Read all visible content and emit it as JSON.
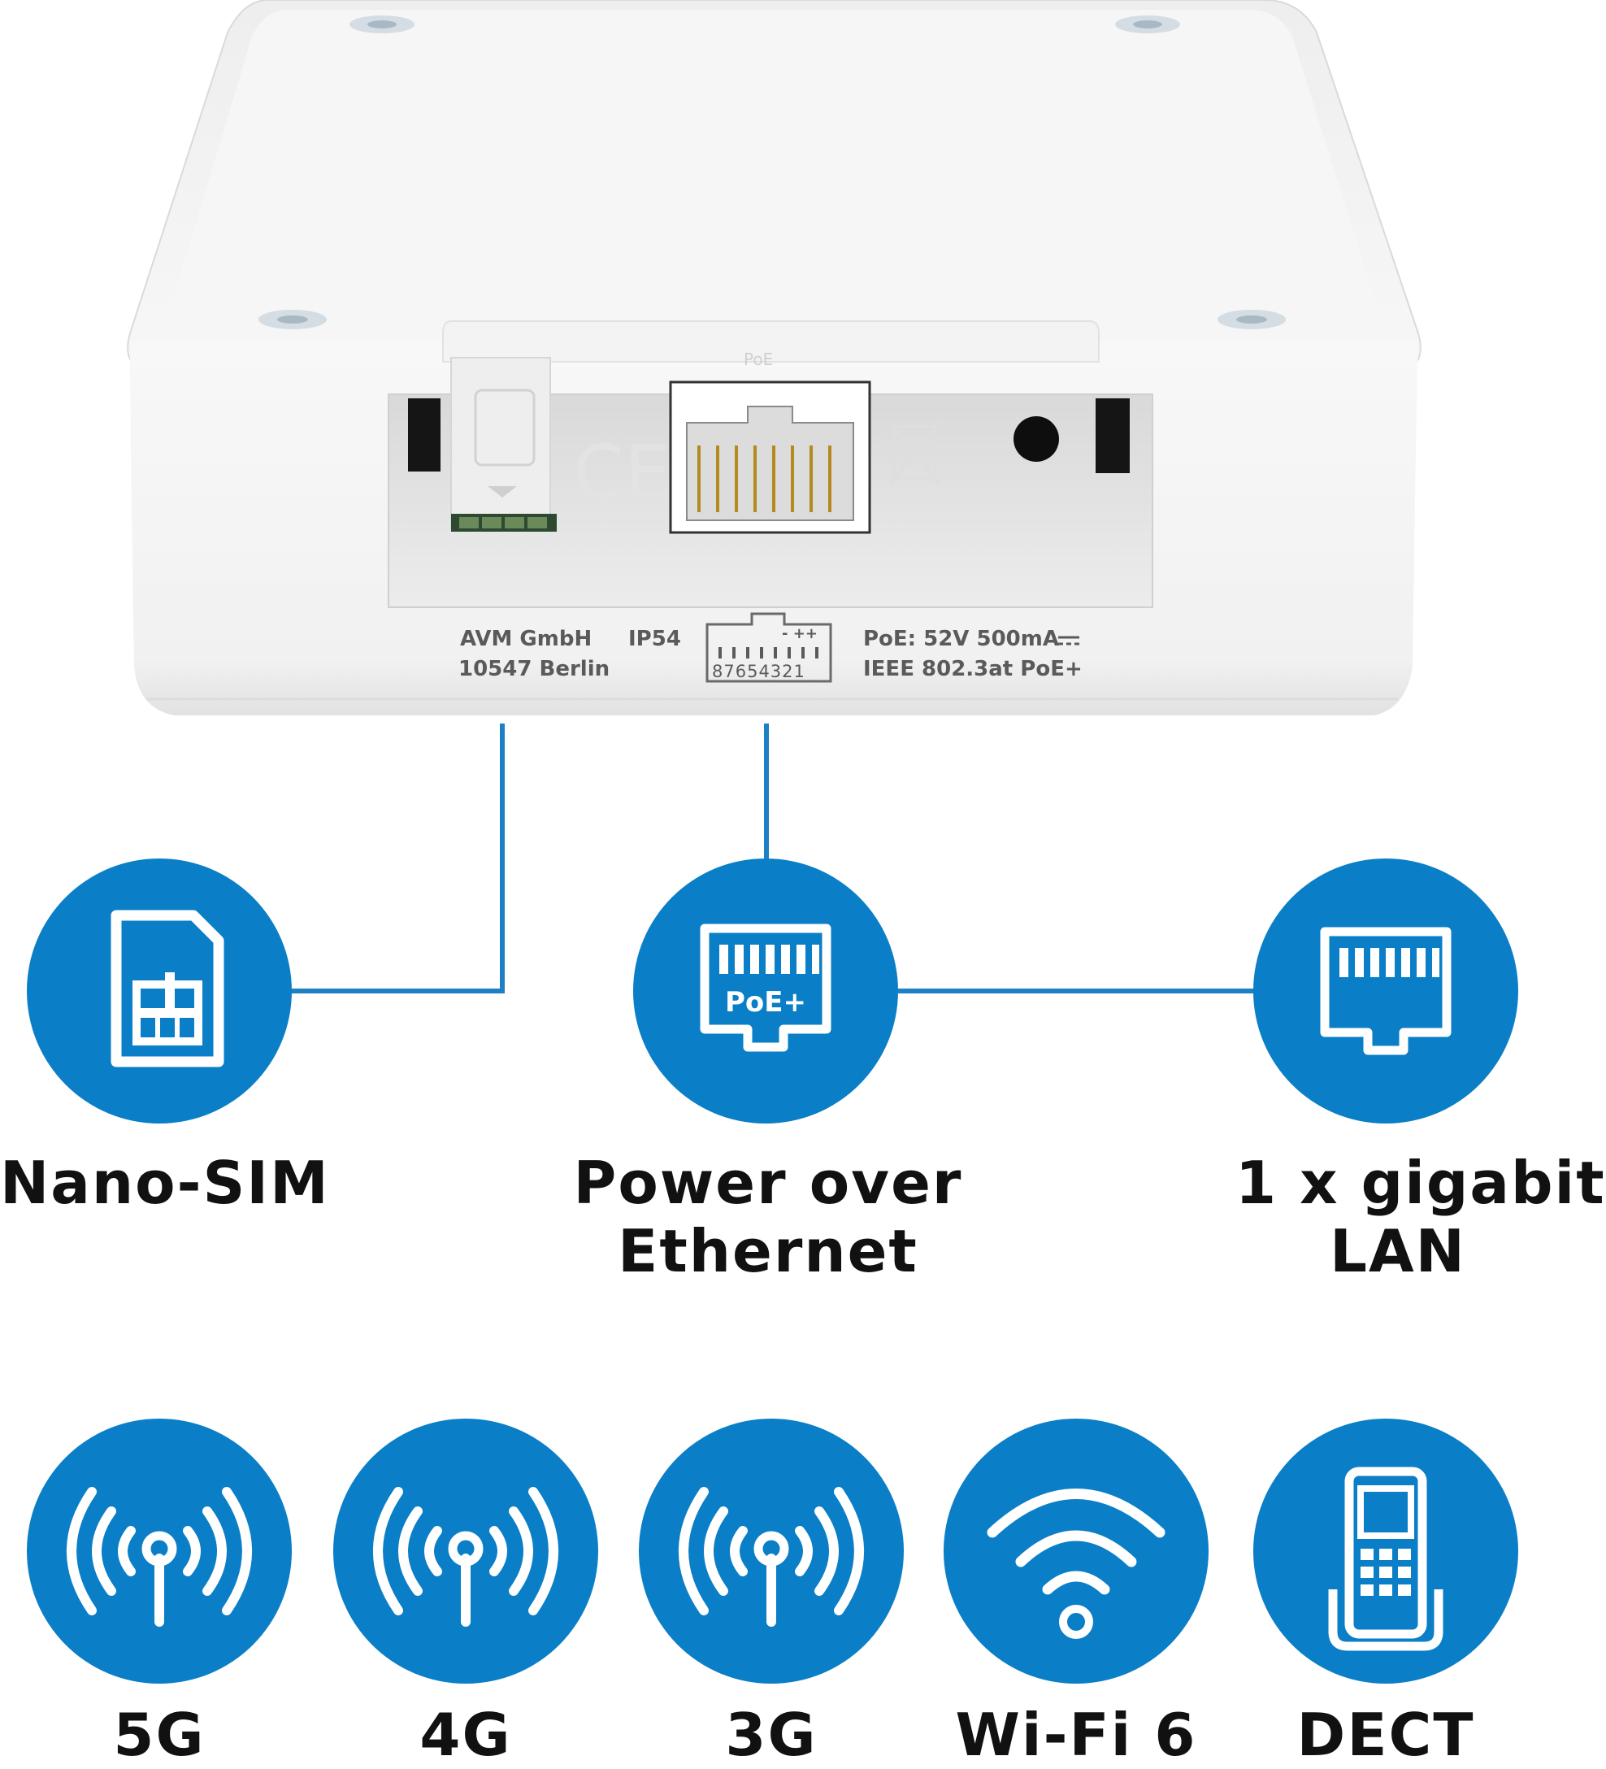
{
  "device": {
    "port_label": "PoE",
    "manufacturer_line1": "AVM GmbH",
    "manufacturer_line2": "10547 Berlin",
    "ip_rating": "IP54",
    "pin_signs": "- ++",
    "pin_numbers": "87654321",
    "poe_spec_line1": "PoE: 52V 500mA",
    "poe_spec_line2": "IEEE 802.3at PoE+"
  },
  "features": [
    {
      "label": "Nano-SIM",
      "icon": "sim-card-icon"
    },
    {
      "label_line1": "Power over",
      "label_line2": "Ethernet",
      "icon": "poe-port-icon",
      "icon_text": "PoE+"
    },
    {
      "label_line1": "1 x gigabit",
      "label_line2": "LAN",
      "icon": "lan-port-icon"
    }
  ],
  "standards": [
    {
      "label": "5G",
      "icon": "antenna-signal-icon"
    },
    {
      "label": "4G",
      "icon": "antenna-signal-icon"
    },
    {
      "label": "3G",
      "icon": "antenna-signal-icon"
    },
    {
      "label": "Wi-Fi 6",
      "icon": "wifi-icon"
    },
    {
      "label": "DECT",
      "icon": "dect-phone-icon"
    }
  ],
  "colors": {
    "accent_blue": "#0a7ec6",
    "connector_blue": "#1d7fc4",
    "caption_text": "#111111",
    "device_white": "#f4f4f4"
  }
}
